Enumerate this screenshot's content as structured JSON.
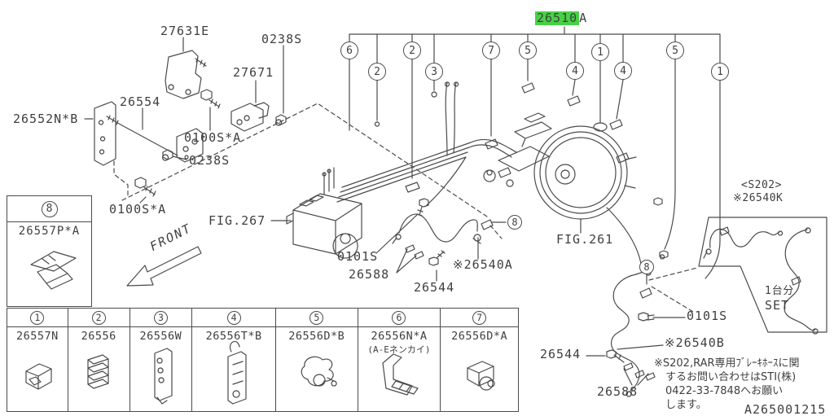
{
  "highlight": {
    "part": "26510",
    "suffix": "A",
    "color": "#47d147"
  },
  "callout_labels": {
    "c1": "6",
    "c2": "2",
    "c3": "2",
    "c4": "3",
    "c5": "7",
    "c6": "5",
    "c7": "4",
    "c8": "1",
    "c9": "4",
    "c10": "5",
    "c11": "1",
    "eight": "8"
  },
  "part_labels": {
    "p27631e": "27631E",
    "p0238s_top": "0238S",
    "p27671": "27671",
    "p26554": "26554",
    "p26552nb": "26552N*B",
    "p0100sa_1": "0100S*A",
    "p0238s_2": "0238S",
    "p0100sa_2": "0100S*A",
    "pfig267": "FIG.267",
    "pfront": "FRONT",
    "p0101s_l": "0101S",
    "p26588_l": "26588",
    "p26544_l": "26544",
    "p26540a": "※26540A",
    "pfig261": "FIG.261"
  },
  "right_labels": {
    "s202": "<S202>",
    "p26540k": "※26540K",
    "set_qty": "1台分",
    "set_word": "SET",
    "p0101s_r": "0101S",
    "p26540b": "※26540B",
    "p26544_r": "26544",
    "p26588_r": "26588"
  },
  "inset": {
    "callout": "8",
    "part": "26557P*A"
  },
  "note": {
    "line1": "※S202,RAR専用ﾌﾞﾚｰｷﾎｰｽに関",
    "line2": "するお問い合わせはSTI(株)",
    "line3": "0422-33-7848へお願い",
    "line4": "します。"
  },
  "doc_number": "A265001215",
  "table": {
    "columns": [
      {
        "num": "1",
        "part": "26557N"
      },
      {
        "num": "2",
        "part": "26556"
      },
      {
        "num": "3",
        "part": "26556W"
      },
      {
        "num": "4",
        "part": "26556T*B"
      },
      {
        "num": "5",
        "part": "26556D*B"
      },
      {
        "num": "6",
        "part": "26556N*A",
        "note": "(A-Eネンカイ)"
      },
      {
        "num": "7",
        "part": "26556D*A"
      }
    ]
  }
}
